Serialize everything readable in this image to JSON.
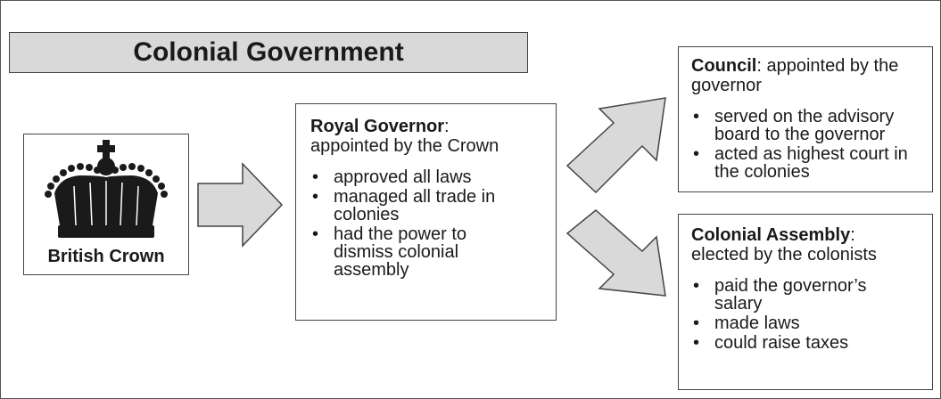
{
  "title": "Colonial Government",
  "crown": {
    "label": "British Crown",
    "icon": "crown-icon"
  },
  "governor": {
    "heading_bold": "Royal Governor",
    "heading_rest": ":",
    "subheading": "appointed by the Crown",
    "bullets": [
      "approved all laws",
      "managed all trade in colonies",
      "had the power to dismiss colonial assembly"
    ]
  },
  "council": {
    "heading_bold": "Council",
    "heading_rest": ": appointed by the governor",
    "bullets": [
      "served on the advisory board to the governor",
      "acted as highest court in the colonies"
    ]
  },
  "assembly": {
    "heading_bold": "Colonial Assembly",
    "heading_rest": ":",
    "subheading": "elected by the colonists",
    "bullets": [
      "paid the governor’s salary",
      "made laws",
      "could raise taxes"
    ]
  },
  "colors": {
    "title_fill": "#d9d9d9",
    "arrow_fill": "#d9d9d9",
    "stroke": "#444444"
  }
}
